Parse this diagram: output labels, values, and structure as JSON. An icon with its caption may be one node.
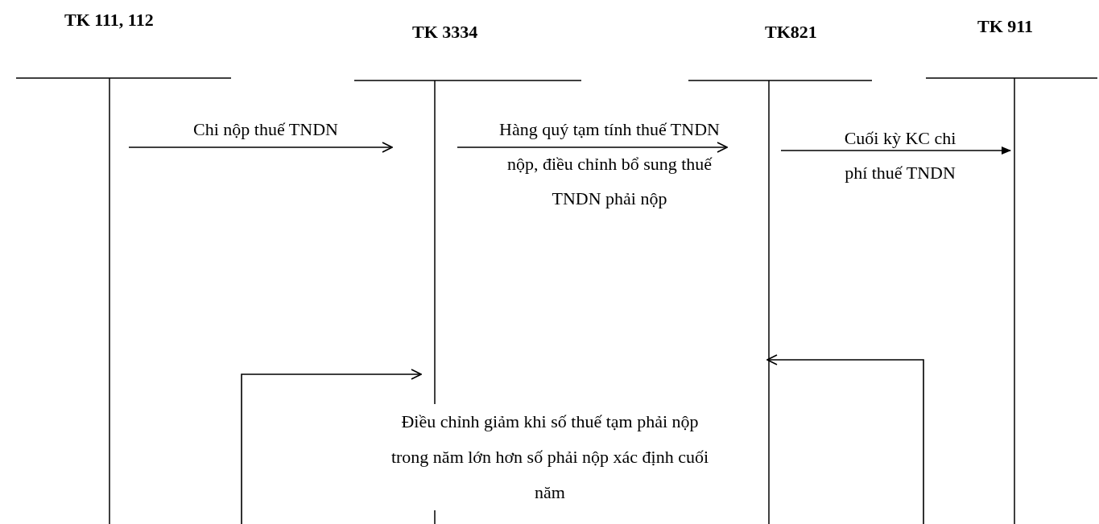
{
  "diagram": {
    "nodes": [
      {
        "text": [
          "TK 111, 112"
        ]
      },
      {
        "text": [
          "TK 3334"
        ]
      },
      {
        "text": [
          "TK821"
        ]
      },
      {
        "text": [
          "TK 911"
        ]
      }
    ],
    "edges": [
      {
        "from": 0,
        "to": 1,
        "arrow": "to",
        "label": "Chi nộp thuế TNDN"
      },
      {
        "from": 1,
        "to": 2,
        "arrow": "to",
        "label": "Hàng quý tạm tính thuế TNDN nộp, điều chỉnh bổ sung thuế TNDN phải nộp"
      },
      {
        "from": 2,
        "to": 3,
        "arrow": "to",
        "label": "Cuối kỳ KC chi phí thuế TNDN"
      },
      {
        "from": 3,
        "to": 2,
        "arrow": "to"
      },
      {
        "from": 0,
        "to": 1,
        "arrow": "to"
      }
    ],
    "labels": [
      "Điều chỉnh giảm khi số thuế tạm phải nộp trong năm lớn hơn số phải nộp xác định cuối năm"
    ]
  }
}
